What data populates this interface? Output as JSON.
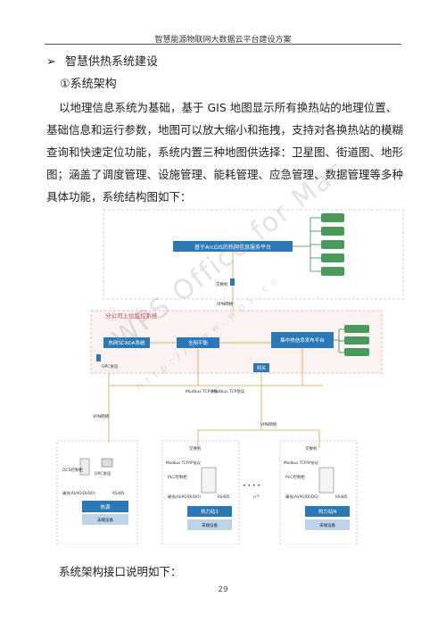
{
  "header": {
    "title": "智慧能源物联网大数据云平台建设方案"
  },
  "section": {
    "bullet": "➢",
    "title": "智慧供热系统建设"
  },
  "subsection": {
    "title": "①系统架构"
  },
  "body_text": "以地理信息系统为基础，基于 GIS 地图显示所有换热站的地理位置、基础信息和运行参数，地图可以放大缩小和拖拽，支持对各换热站的模糊查询和快速定位功能，系统内置三种地图供选择：卫星图、街道图、地形图；涵盖了调度管理、设施管理、能耗管理、应急管理、数据管理等多种具体功能，系统结构图如下：",
  "diagram": {
    "gis_platform": "基于ArcGIS的热网信息服务平台",
    "switch_label": "交换机",
    "vpn_label": "VPN网络",
    "monitor_box_title": "分公司上位监控系统",
    "scada": "热网SCADA系统",
    "balance": "全网平衡",
    "publish": "集中热信息发布平台",
    "opc_protocol": "OPC协议",
    "modbus_tcp": "Modbus TCP协议",
    "gateway": "网关",
    "dcs_cabinet": "DCS控制柜",
    "plc_cabinet": "PLC控制柜",
    "modbus_tcpip": "Modbus TCP/IP协议",
    "hardwire": "硬线(AI/AO/DI/DO)",
    "rs485": "RS485",
    "heat_source": "热源",
    "station_1": "热力站1",
    "station_n": "热力站N",
    "field_equipment": "末端设备",
    "ellipsis": "• • • •",
    "n_count": "n个",
    "gis_modules": [
      "",
      "",
      "",
      "",
      ""
    ],
    "publish_modules": [
      "",
      "",
      ""
    ]
  },
  "caption": "系统架构接口说明如下：",
  "page_number": "29",
  "watermark": {
    "main": "WPS Office for Mac",
    "url": "http://www.wps.cn"
  }
}
